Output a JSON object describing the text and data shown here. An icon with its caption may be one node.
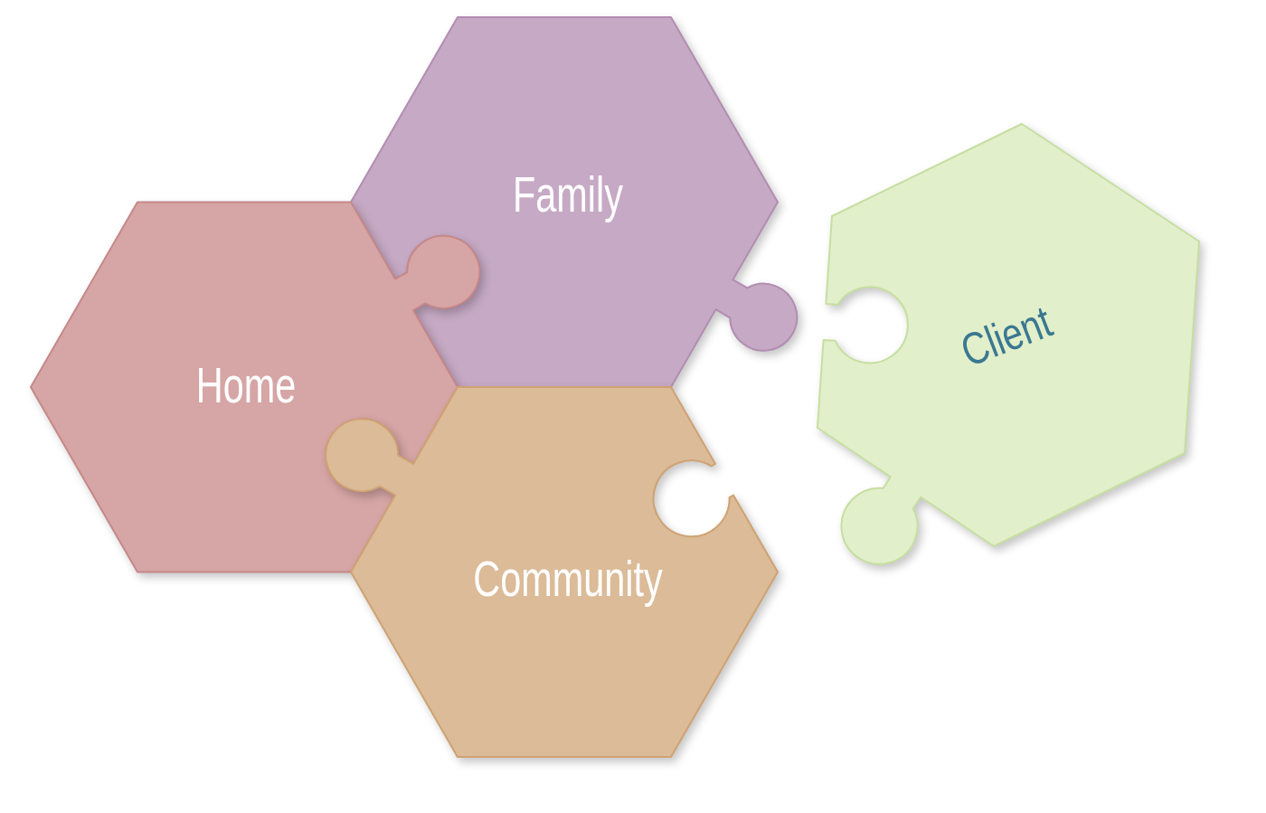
{
  "diagram": {
    "nodes": [
      {
        "text": [
          "Family"
        ]
      },
      {
        "text": [
          "Home"
        ]
      },
      {
        "text": [
          "Client"
        ]
      },
      {
        "text": [
          "Community"
        ]
      }
    ]
  }
}
